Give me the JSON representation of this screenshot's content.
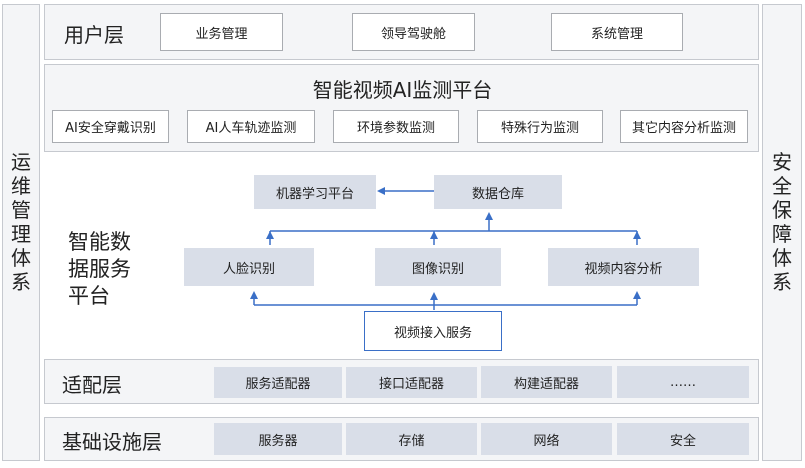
{
  "left_side": {
    "chars": [
      "运",
      "维",
      "管",
      "理",
      "体",
      "系"
    ]
  },
  "right_side": {
    "chars": [
      "安",
      "全",
      "保",
      "障",
      "体",
      "系"
    ]
  },
  "user_layer": {
    "title": "用户层",
    "items": [
      "业务管理",
      "领导驾驶舱",
      "系统管理"
    ]
  },
  "monitor_platform": {
    "title": "智能视频AI监测平台",
    "items": [
      "AI安全穿戴识别",
      "AI人车轨迹监测",
      "环境参数监测",
      "特殊行为监测",
      "其它内容分析监测"
    ]
  },
  "data_platform": {
    "title_lines": [
      "智能数",
      "据服务",
      "平台"
    ],
    "ml_platform": "机器学习平台",
    "data_warehouse": "数据仓库",
    "face_recognition": "人脸识别",
    "image_recognition": "图像识别",
    "video_analysis": "视频内容分析",
    "video_access": "视频接入服务"
  },
  "adapter_layer": {
    "title": "适配层",
    "items": [
      "服务适配器",
      "接口适配器",
      "构建适配器",
      "……"
    ]
  },
  "infra_layer": {
    "title": "基础设施层",
    "items": [
      "服务器",
      "存储",
      "网络",
      "安全"
    ]
  },
  "colors": {
    "arrow": "#3a6fc7",
    "box_border": "#3a6fc7",
    "gray_box": "#d9dee8",
    "panel_bg": "#f4f5f7"
  }
}
